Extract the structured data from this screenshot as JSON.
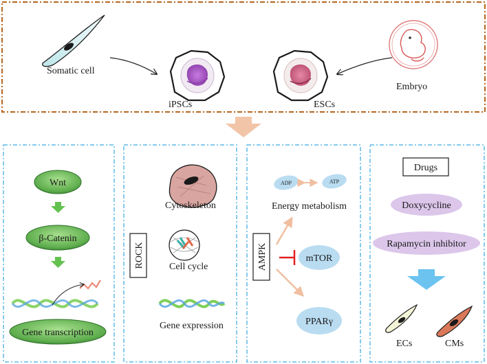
{
  "top": {
    "somatic_label": "Somatic cell",
    "ipsc_label": "iPSCs",
    "esc_label": "ESCs",
    "embryo_label": "Embryo"
  },
  "panels": {
    "wnt": {
      "nodes": [
        "Wnt",
        "β-Catenin",
        "Gene transcription"
      ]
    },
    "rock": {
      "side_label": "ROCK",
      "items": [
        "Cytoskeleton",
        "Cell cycle",
        "Gene expression"
      ]
    },
    "ampk": {
      "side_label": "AMPK",
      "adp": "ADP",
      "atp": "ATP",
      "energy": "Energy metabolism",
      "mtor": "mTOR",
      "ppar": "PPARγ"
    },
    "drugs": {
      "title": "Drugs",
      "items": [
        "Doxycycline",
        "Rapamycin inhibitor"
      ],
      "outputs": [
        "ECs",
        "CMs"
      ]
    }
  },
  "colors": {
    "top_border": "#b5651d",
    "panel_border": "#5bb8e6",
    "green_dark": "#3f8f3a",
    "green_light": "#8bd07a",
    "arrow_green": "#63c24f",
    "big_arrow": "#f2c4a8",
    "ampk_arrow": "#f0bfa0",
    "inhibit_red": "#e02020",
    "blue_ellipse": "#b9dcf1",
    "purple_ellipse": "#dcc6ea",
    "drug_arrow": "#6cc3ef"
  }
}
